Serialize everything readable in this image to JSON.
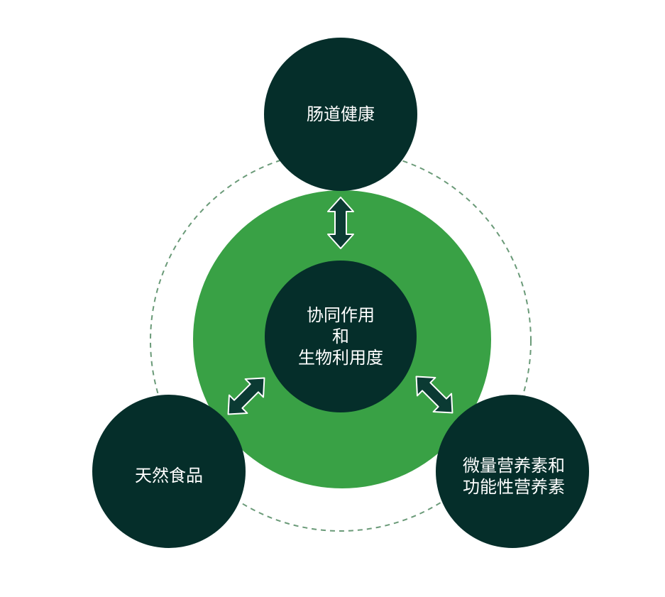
{
  "diagram": {
    "center": {
      "lines": [
        "协同作用",
        "和",
        "生物利用度"
      ]
    },
    "top": {
      "lines": [
        "肠道健康"
      ]
    },
    "bottom_left": {
      "lines": [
        "天然食品"
      ]
    },
    "bottom_right": {
      "lines": [
        "微量营养素和",
        "功能性营养素"
      ]
    }
  },
  "colors": {
    "dark_node": "#052e2a",
    "ring_green": "#39a145",
    "dashed_circle": "#6a9a78",
    "arrow": "#0b3a33"
  }
}
